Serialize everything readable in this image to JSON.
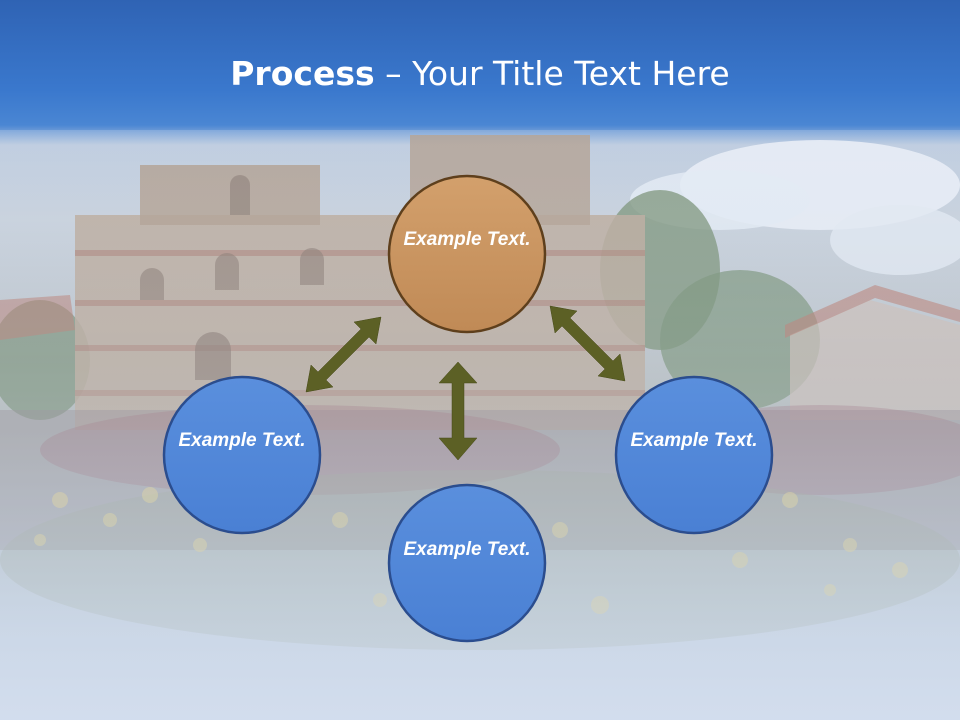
{
  "title": {
    "bold": "Process",
    "rest": " – Your Title Text Here"
  },
  "nodes": {
    "top": "Example Text.",
    "left": "Example Text.",
    "right": "Example Text.",
    "bottom": "Example Text."
  },
  "colors": {
    "header_blue": "#3a78cd",
    "top_node_fill": "#c99663",
    "top_node_stroke": "#5e3f1c",
    "node_fill": "#4f86d9",
    "node_stroke": "#2b4d8e",
    "arrow_fill": "#5c6025"
  }
}
